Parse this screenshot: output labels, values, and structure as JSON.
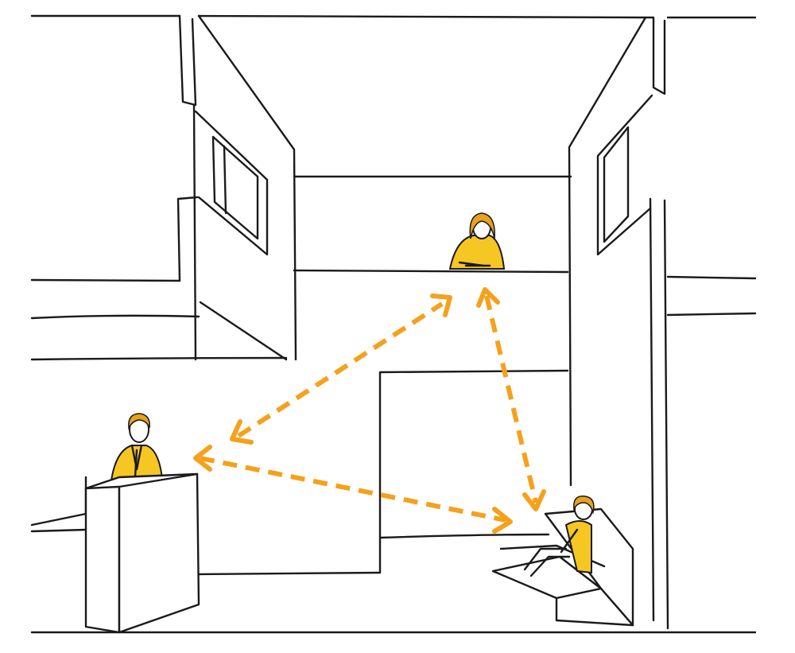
{
  "colors": {
    "accent": "#F5A11C",
    "person_fill": "#F6C623",
    "hair": "#E8A21E",
    "line": "#1a1a1a",
    "background": "#ffffff"
  },
  "people": [
    {
      "id": "reception",
      "pose": "standing-behind-counter"
    },
    {
      "id": "balcony",
      "pose": "sitting-at-ledge"
    },
    {
      "id": "lounge",
      "pose": "sitting-on-bench"
    }
  ],
  "connections": [
    {
      "from": "reception",
      "to": "balcony",
      "style": "dashed-double-arrow"
    },
    {
      "from": "reception",
      "to": "lounge",
      "style": "dashed-double-arrow"
    },
    {
      "from": "balcony",
      "to": "lounge",
      "style": "dashed-double-arrow"
    }
  ]
}
